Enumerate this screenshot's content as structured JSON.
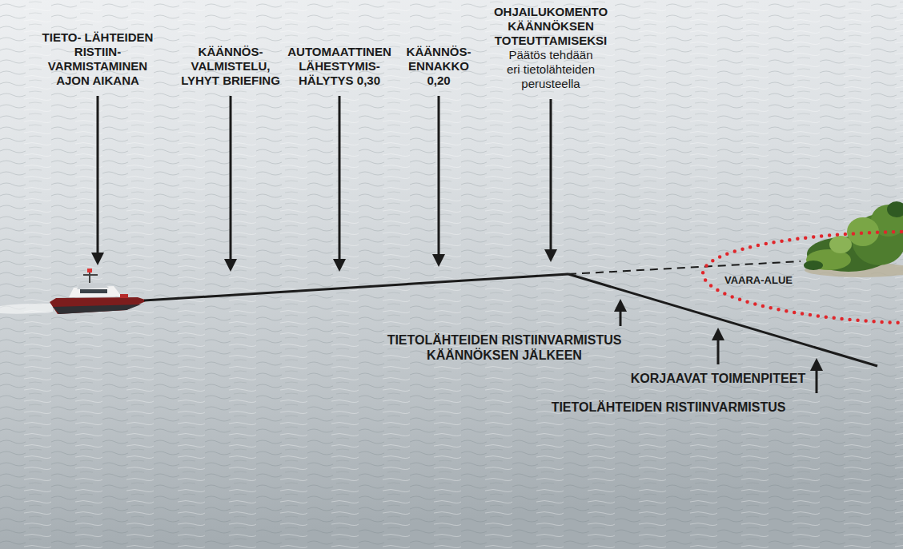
{
  "diagram": {
    "nodes": [
      {
        "text": [
          "VAARA-ALUE"
        ]
      }
    ],
    "labels": [
      "TIETO- LÄHTEIDEN RISTIIN- VARMISTAMINEN AJON AIKANA",
      "KÄÄNNÖS- VALMISTELU, LYHYT BRIEFING",
      "AUTOMAATTINEN LÄHESTYMIS- HÄLYTYS 0,30",
      "KÄÄNNÖS- ENNAKKO 0,20",
      "OHJAILUKOMENTO KÄÄNNÖKSEN TOTEUTTAMISEKSI",
      "Päätös tehdään eri tietolähteiden perusteella",
      "TIETOLÄHTEIDEN RISTIINVARMISTUS KÄÄNNÖKSEN JÄLKEEN",
      "KORJAAVAT TOIMENPITEET",
      "TIETOLÄHTEIDEN RISTIINVARMISTUS"
    ]
  }
}
